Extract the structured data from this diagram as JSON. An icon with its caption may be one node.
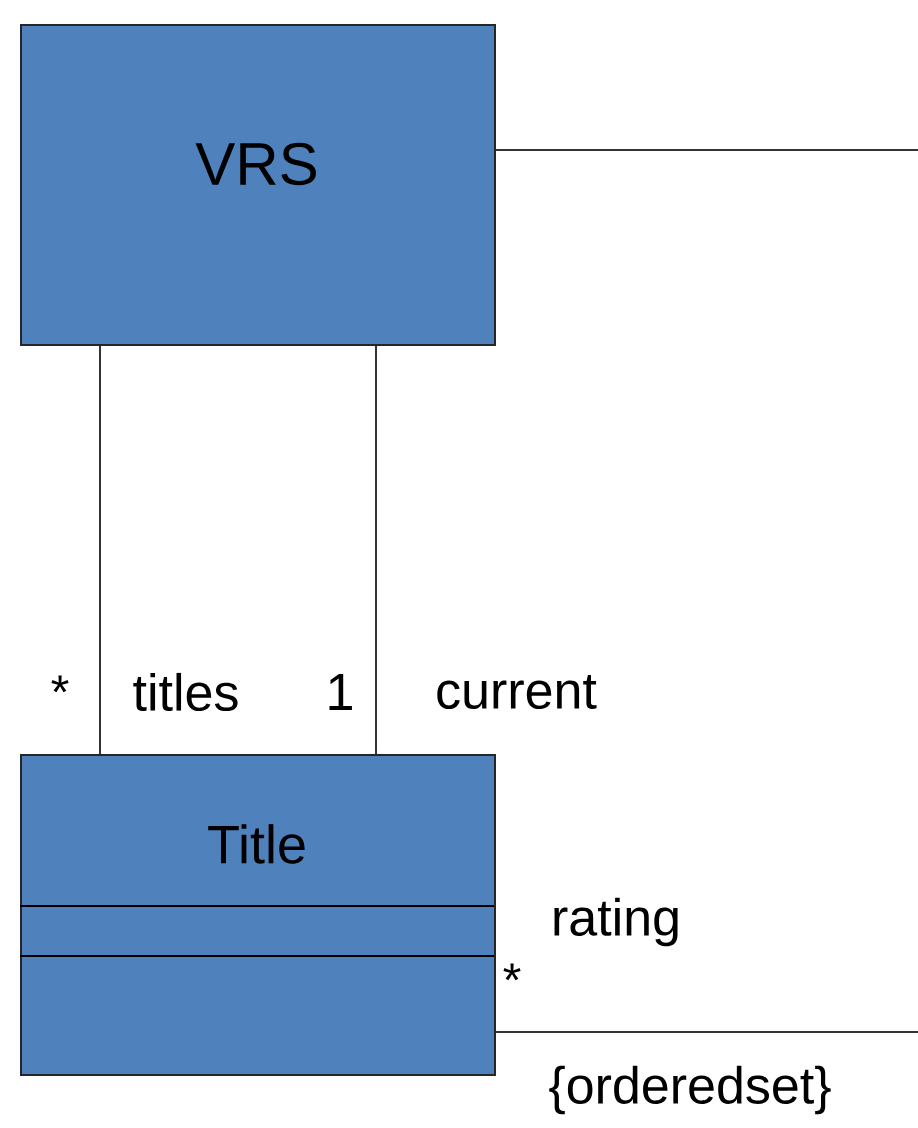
{
  "diagram": {
    "nodes": [
      {
        "text": [
          "VRS"
        ]
      },
      {
        "text": [
          "Title"
        ]
      }
    ],
    "edges": [
      {
        "from": 0,
        "to": 1,
        "arrow": "none"
      },
      {
        "from": 0,
        "to": 1,
        "arrow": "none"
      },
      {
        "from": 0,
        "to": null,
        "arrow": "none"
      },
      {
        "from": 1,
        "to": null,
        "arrow": "none"
      }
    ],
    "labels": [
      "*",
      "titles",
      "1",
      "current",
      "rating",
      "*",
      "{orderedset}"
    ]
  }
}
